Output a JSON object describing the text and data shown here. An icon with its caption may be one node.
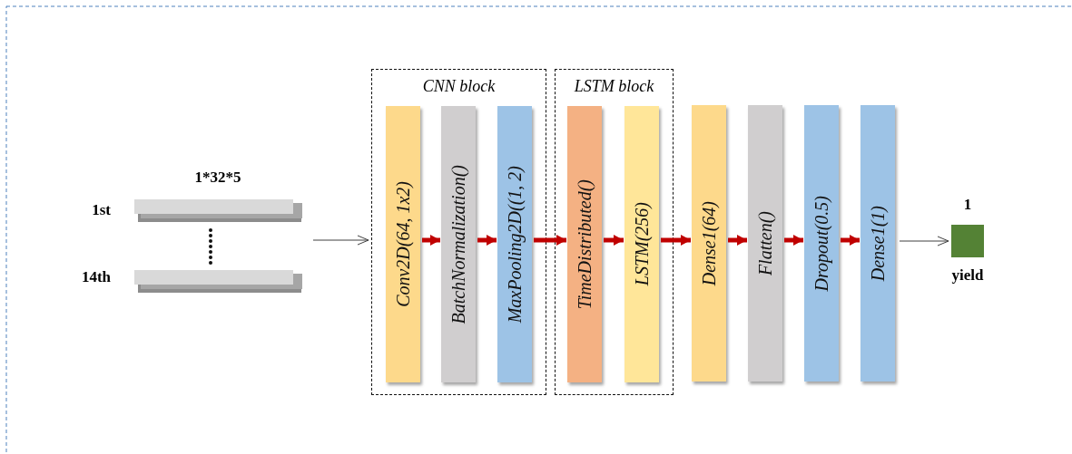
{
  "diagram": {
    "nodes": [
      {
        "text": [
          "1*32*5"
        ],
        "beside": [
          "1st",
          "14th"
        ]
      },
      {
        "text": [
          "CNN block"
        ]
      },
      {
        "text": [
          "Conv2D(64,  1x2)"
        ],
        "in": 1
      },
      {
        "text": [
          "BatchNormalization()"
        ],
        "in": 1
      },
      {
        "text": [
          "MaxPooling2D((1,  2)"
        ],
        "in": 1
      },
      {
        "text": [
          "LSTM block"
        ]
      },
      {
        "text": [
          "TimeDistributed()"
        ],
        "in": 5
      },
      {
        "text": [
          "LSTM(256)"
        ],
        "in": 5
      },
      {
        "text": [
          "Dense1(64)"
        ]
      },
      {
        "text": [
          "Flatten()"
        ]
      },
      {
        "text": [
          "Dropout(0.5)"
        ]
      },
      {
        "text": [
          "Dense1(1)"
        ]
      },
      {
        "text": [
          "1",
          "yield"
        ]
      }
    ],
    "edges": [
      {
        "from": 0,
        "to": 1,
        "arrow": "to",
        "color": "#404040"
      },
      {
        "from": 2,
        "to": 3,
        "arrow": "to"
      },
      {
        "from": 3,
        "to": 4,
        "arrow": "to"
      },
      {
        "from": 4,
        "to": 6,
        "arrow": "to"
      },
      {
        "from": 6,
        "to": 7,
        "arrow": "to"
      },
      {
        "from": 7,
        "to": 8,
        "arrow": "to"
      },
      {
        "from": 8,
        "to": 9,
        "arrow": "to"
      },
      {
        "from": 9,
        "to": 10,
        "arrow": "to"
      },
      {
        "from": 10,
        "to": 11,
        "arrow": "to"
      },
      {
        "from": 11,
        "to": 12,
        "arrow": "to",
        "color": "#404040"
      }
    ]
  }
}
